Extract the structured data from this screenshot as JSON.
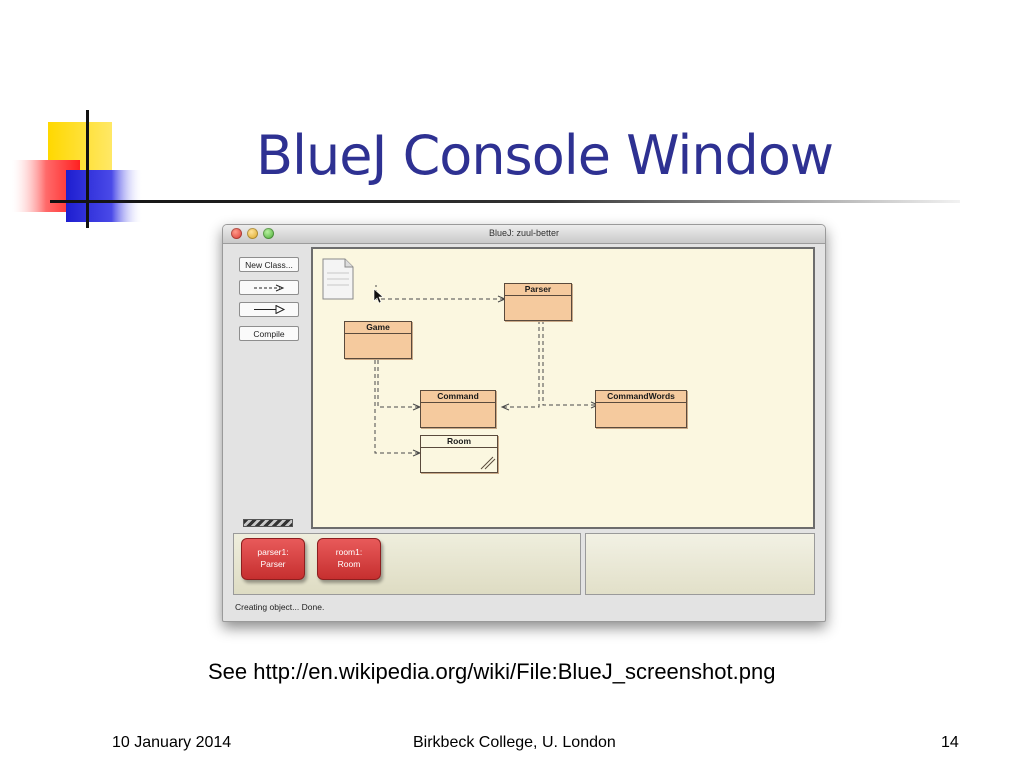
{
  "slide": {
    "title": "BlueJ Console Window",
    "caption": "See http://en.wikipedia.org/wiki/File:BlueJ_screenshot.png",
    "footer_date": "10 January 2014",
    "footer_org": "Birkbeck College, U. London",
    "page_number": "14"
  },
  "window": {
    "title": "BlueJ:  zuul-better",
    "toolbar": {
      "new_class": "New Class...",
      "uses_arrow_icon": "dashed-arrow-icon",
      "inherit_arrow_icon": "inheritance-arrow-icon",
      "compile": "Compile"
    },
    "classes": [
      "Parser",
      "Game",
      "Command",
      "CommandWords",
      "Room"
    ],
    "objects": [
      {
        "line1": "parser1:",
        "line2": "Parser"
      },
      {
        "line1": "room1:",
        "line2": "Room"
      }
    ],
    "status": "Creating object... Done."
  },
  "colors": {
    "title": "#2e3192",
    "class_fill": "#f5ca9e",
    "object_fill": "#d94444",
    "diagram_bg": "#fbf7e0"
  }
}
